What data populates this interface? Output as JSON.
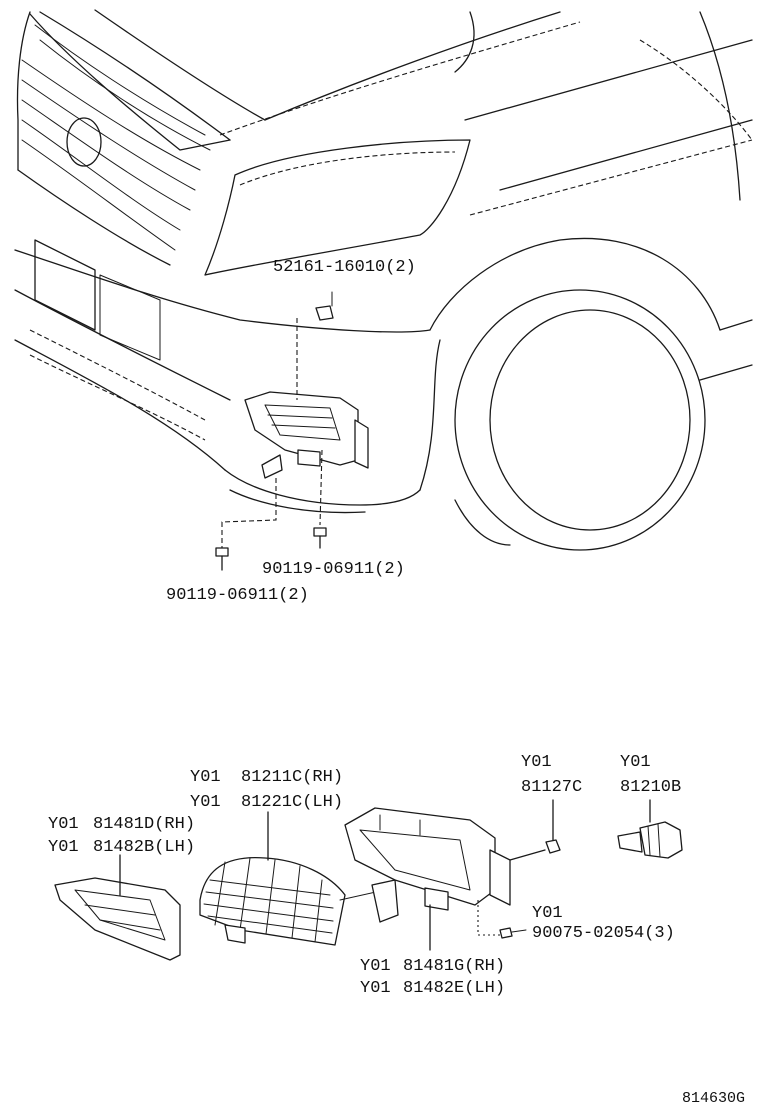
{
  "parts": {
    "clip_52161": "52161-16010(2)",
    "screw_right": "90119-06911(2)",
    "screw_left": "90119-06911(2)",
    "lamp_rh_code": "Y01",
    "lamp_rh": "81211C(RH)",
    "lamp_lh_code": "Y01",
    "lamp_lh": "81221C(LH)",
    "cover_rh_code": "Y01",
    "cover_rh": "81481D(RH)",
    "cover_lh_code": "Y01",
    "cover_lh": "81482B(LH)",
    "socket_code": "Y01",
    "socket": "81127C",
    "bulb_code": "Y01",
    "bulb": "81210B",
    "bolt_code": "Y01",
    "bolt": "90075-02054(3)",
    "bracket_rh_code": "Y01",
    "bracket_rh": "81481G(RH)",
    "bracket_lh_code": "Y01",
    "bracket_lh": "81482E(LH)"
  },
  "figure_id": "814630G"
}
